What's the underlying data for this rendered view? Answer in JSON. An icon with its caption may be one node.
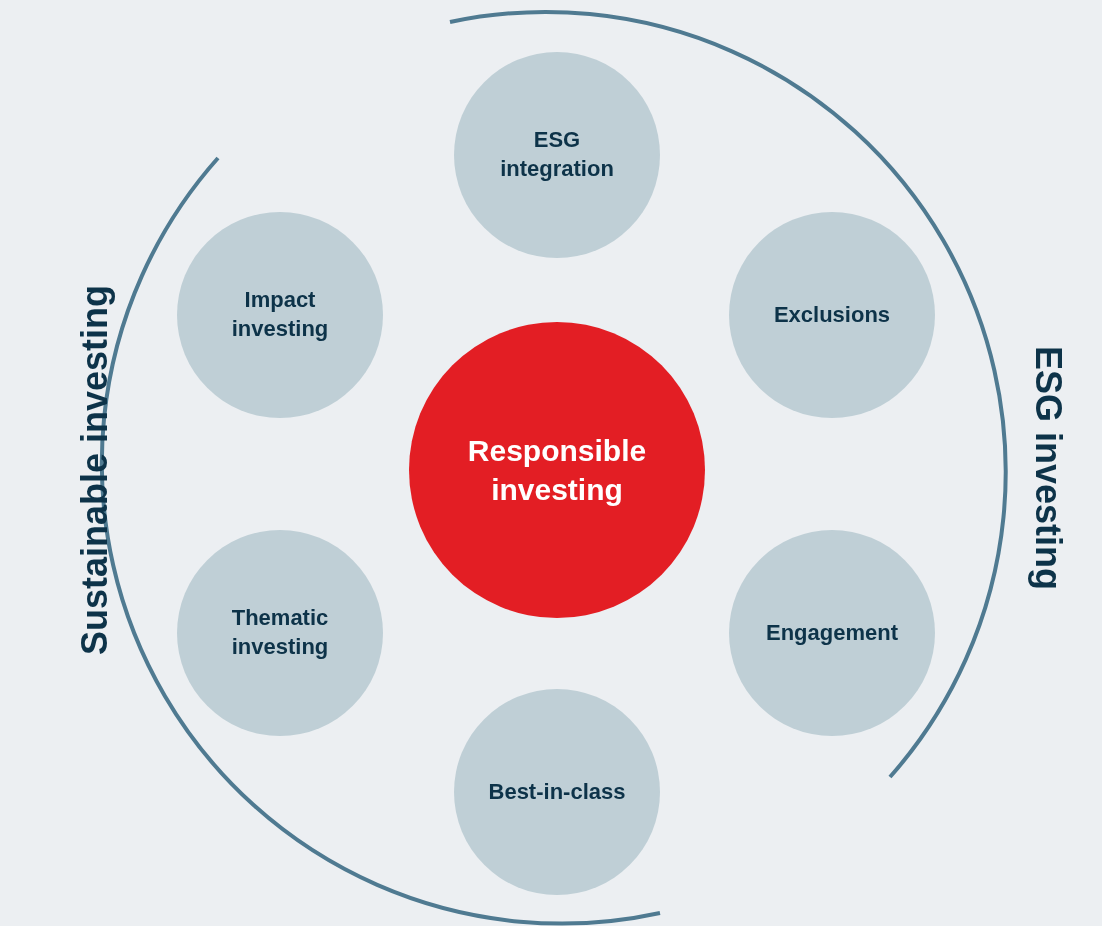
{
  "diagram": {
    "nodes": [
      {
        "text": [
          "ESG integration"
        ]
      },
      {
        "text": [
          "Impact investing"
        ]
      },
      {
        "text": [
          "Exclusions"
        ]
      },
      {
        "text": [
          "Responsible investing"
        ]
      },
      {
        "text": [
          "Thematic investing"
        ]
      },
      {
        "text": [
          "Engagement"
        ]
      },
      {
        "text": [
          "Best-in-class"
        ]
      }
    ],
    "labels": [
      "Sustainable investing",
      "ESG investing"
    ]
  }
}
